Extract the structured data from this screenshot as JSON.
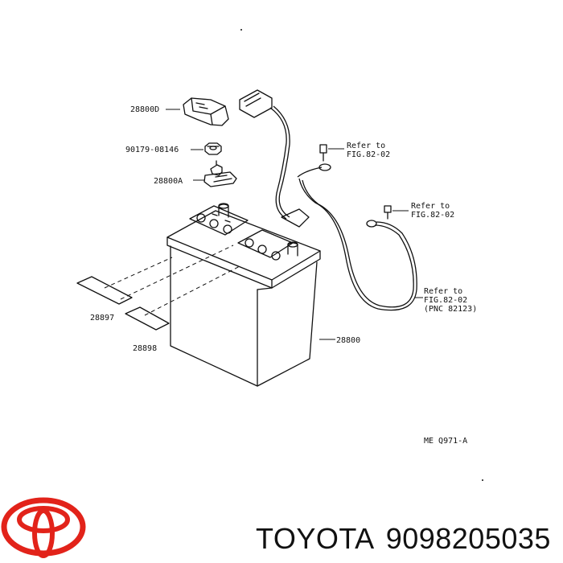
{
  "diagram": {
    "labels": {
      "p28800D": "28800D",
      "p90179": "90179-08146",
      "p28800A": "28800A",
      "p28897": "28897",
      "p28898": "28898",
      "p28800": "28800",
      "ref1_line1": "Refer to",
      "ref1_line2": "FIG.82-02",
      "ref2_line1": "Refer to",
      "ref2_line2": "FIG.82-02",
      "ref3_line1": "Refer to",
      "ref3_line2": "FIG.82-02",
      "ref3_line3": "(PNC 82123)",
      "figure_code": "ME Q971-A"
    }
  },
  "footer": {
    "brand": "TOYOTA",
    "part_number": "9098205035"
  },
  "colors": {
    "logo": "#e2231a",
    "line": "#111111"
  },
  "icons": {
    "logo": "toyota-logo-icon"
  }
}
